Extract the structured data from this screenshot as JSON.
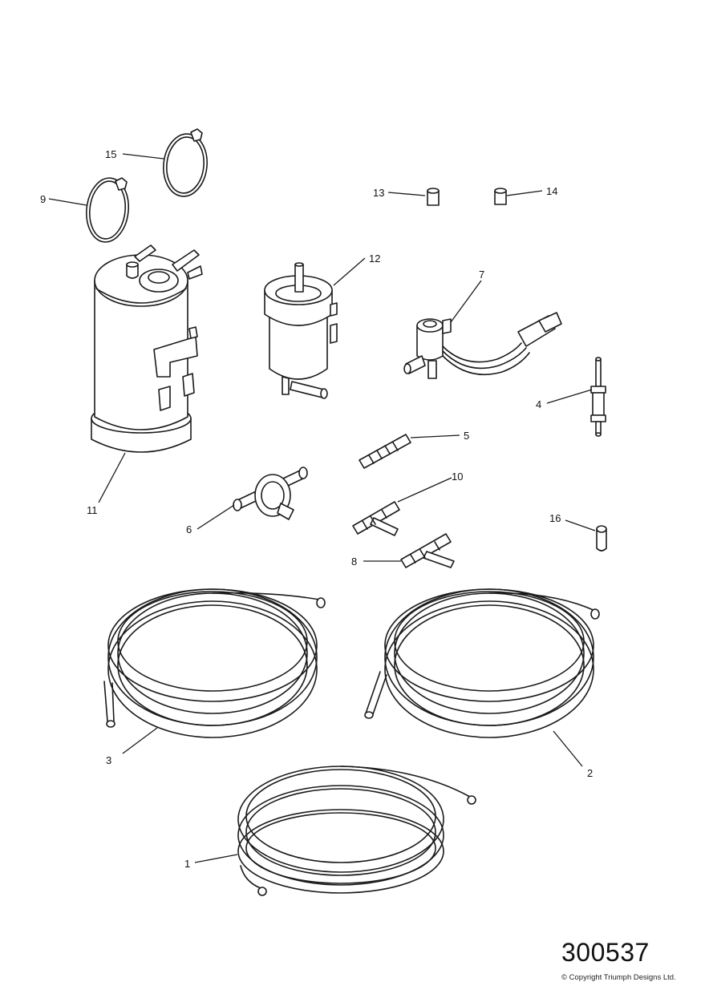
{
  "callouts": [
    {
      "id": "1",
      "label": "1"
    },
    {
      "id": "2",
      "label": "2"
    },
    {
      "id": "3",
      "label": "3"
    },
    {
      "id": "4",
      "label": "4"
    },
    {
      "id": "5",
      "label": "5"
    },
    {
      "id": "6",
      "label": "6"
    },
    {
      "id": "7",
      "label": "7"
    },
    {
      "id": "8",
      "label": "8"
    },
    {
      "id": "9",
      "label": "9"
    },
    {
      "id": "10",
      "label": "10"
    },
    {
      "id": "11",
      "label": "11"
    },
    {
      "id": "12",
      "label": "12"
    },
    {
      "id": "13",
      "label": "13"
    },
    {
      "id": "14",
      "label": "14"
    },
    {
      "id": "15",
      "label": "15"
    },
    {
      "id": "16",
      "label": "16"
    }
  ],
  "drawing_number": "300537",
  "copyright": "© Copyright Triumph Designs Ltd."
}
